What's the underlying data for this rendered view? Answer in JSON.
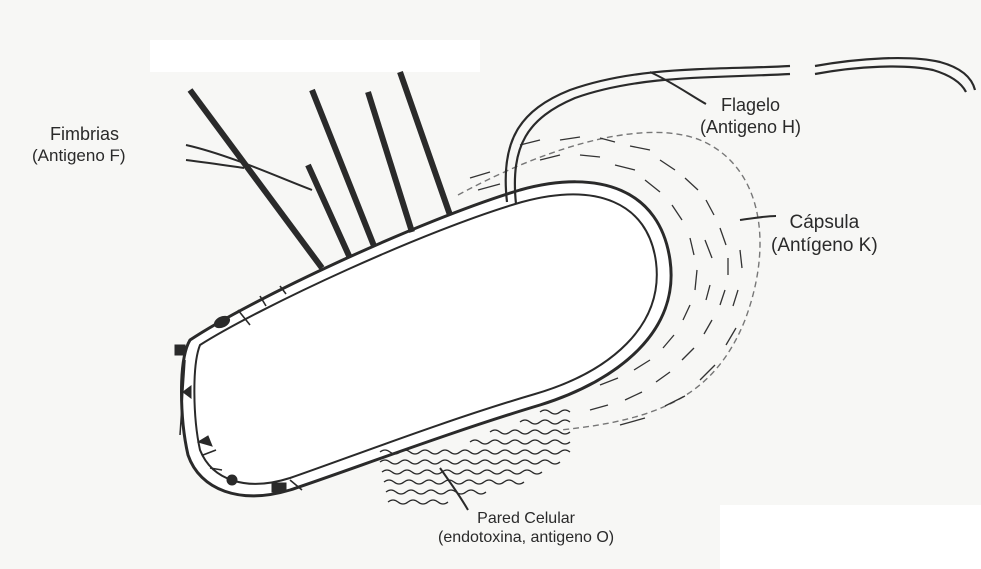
{
  "diagram": {
    "labels": {
      "fimbrias": {
        "name": "Fimbrias",
        "antigen": "(Antigeno F)"
      },
      "flagelo": {
        "name": "Flagelo",
        "antigen": "(Antigeno H)"
      },
      "capsula": {
        "name": "Cápsula",
        "antigen": "(Antígeno K)"
      },
      "pared": {
        "name": "Pared Celular",
        "antigen": "(endotoxina, antigeno O)"
      }
    },
    "colors": {
      "ink": "#2a2a2a",
      "background": "#f7f7f5"
    }
  }
}
